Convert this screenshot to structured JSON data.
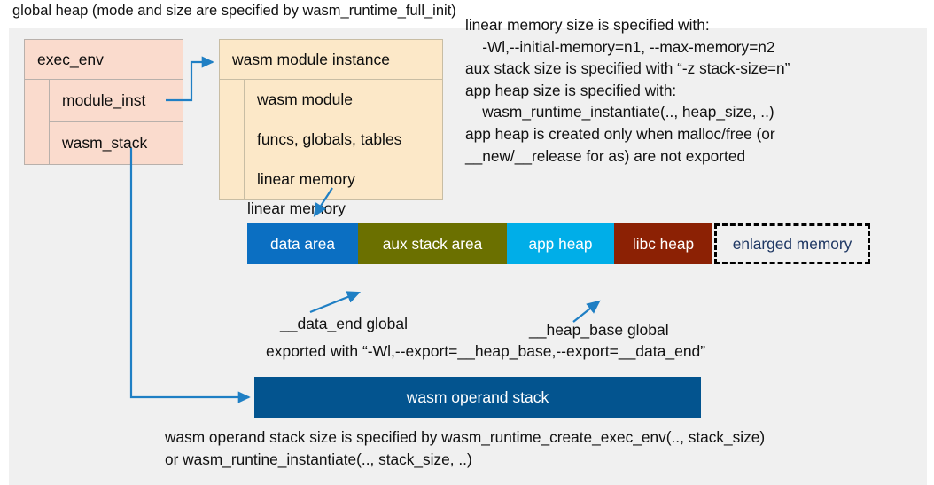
{
  "title": "global heap (mode and size are specified by wasm_runtime_full_init)",
  "exec_env": {
    "header": "exec_env",
    "fields": [
      {
        "label": "module_inst"
      },
      {
        "label": "wasm_stack"
      }
    ]
  },
  "module_instance": {
    "header": "wasm module instance",
    "fields": [
      {
        "label": "wasm module"
      },
      {
        "label": "funcs, globals, tables"
      },
      {
        "label": "linear memory"
      }
    ]
  },
  "notes": {
    "right_block": "linear memory size is specified with:\n    -Wl,--initial-memory=n1, --max-memory=n2\naux stack size is specified with “-z stack-size=n”\napp heap size is specified with:\n    wasm_runtime_instantiate(.., heap_size, ..)\napp heap is created only when malloc/free (or\n__new/__release for as) are not exported"
  },
  "linear_memory": {
    "label": "linear memory",
    "segments": [
      {
        "label": "data area",
        "color": "#0b6fc2",
        "text_color": "#ffffff"
      },
      {
        "label": "aux stack area",
        "color": "#6b7000",
        "text_color": "#ffffff"
      },
      {
        "label": "app heap",
        "color": "#00aee8",
        "text_color": "#ffffff"
      },
      {
        "label": "libc heap",
        "color": "#8c2104",
        "text_color": "#ffffff"
      },
      {
        "label": "enlarged memory",
        "color": "#f0f0f0",
        "text_color": "#1f3864"
      }
    ],
    "annotations": {
      "data_end": "__data_end global",
      "heap_base": "__heap_base global",
      "exported": "exported with “-Wl,--export=__heap_base,--export=__data_end”"
    }
  },
  "operand_stack": {
    "label": "wasm operand stack",
    "color": "#03548f",
    "caption": "wasm operand stack size is specified by wasm_runtime_create_exec_env(.., stack_size)\nor wasm_runtine_instantiate(.., stack_size, ..)"
  },
  "colors": {
    "canvas": "#f0f0f0",
    "exec_env_fill": "#fadbcd",
    "module_fill": "#fce8c8",
    "arrow": "#1f7fc4"
  }
}
